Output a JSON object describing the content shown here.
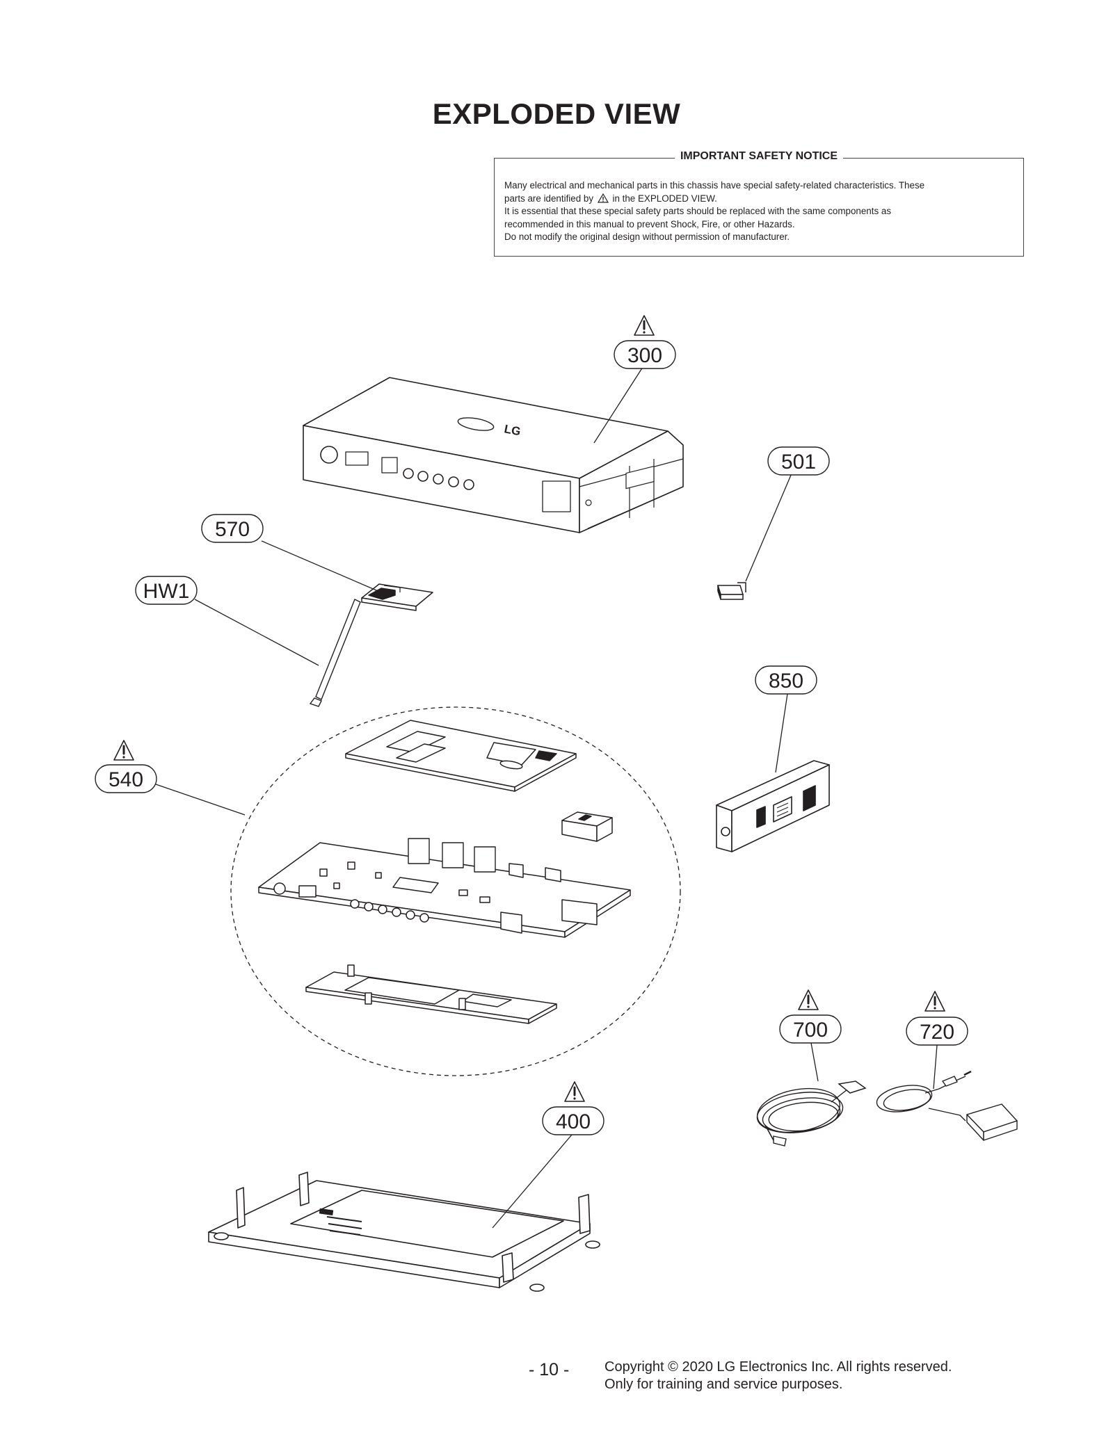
{
  "title": "EXPLODED VIEW",
  "safety_notice": {
    "heading": "IMPORTANT SAFETY NOTICE",
    "line1": "Many electrical and mechanical parts in this chassis have special safety-related characteristics. These",
    "line2_before": "parts are identified by",
    "line2_after": "in the EXPLODED VIEW.",
    "line3": "It is essential that these special safety parts should be replaced with the same components as",
    "line4": "recommended in this manual to prevent Shock, Fire, or other Hazards.",
    "line5": "Do not modify the original design without permission of manufacturer."
  },
  "callouts": {
    "c300": "300",
    "c501": "501",
    "c570": "570",
    "cHW1": "HW1",
    "c850": "850",
    "c540": "540",
    "c700": "700",
    "c720": "720",
    "c400": "400"
  },
  "cover_logo": "LG",
  "footer": {
    "page_number": "- 10 -",
    "copyright": "Copyright © 2020 LG Electronics Inc. All rights reserved.",
    "usage": "Only for training and service purposes."
  }
}
